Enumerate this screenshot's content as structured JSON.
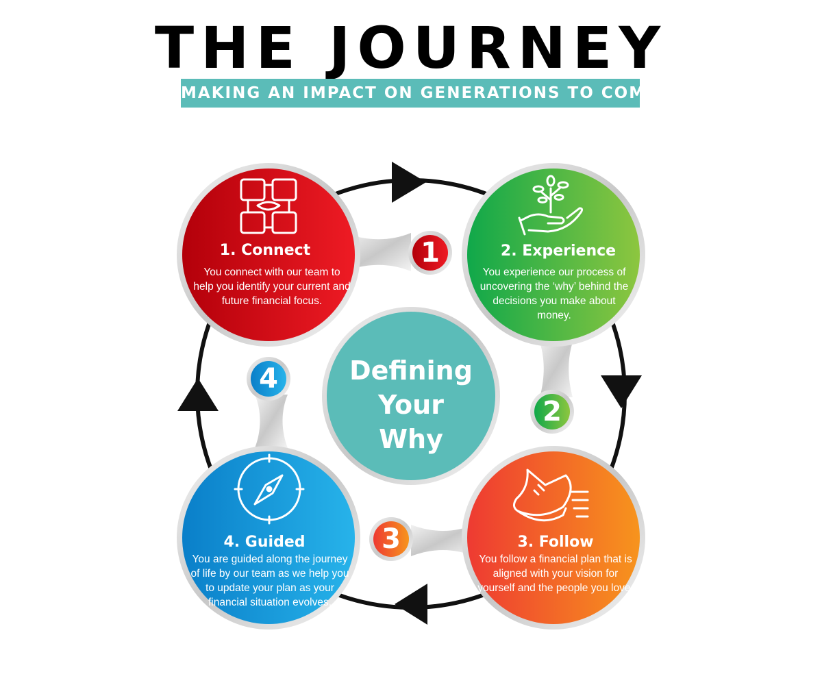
{
  "header": {
    "title": "THE JOURNEY",
    "subtitle": "MAKING AN IMPACT ON GENERATIONS TO COME"
  },
  "center": {
    "lines": [
      "Defining",
      "Your",
      "Why"
    ],
    "color": "#5bbcb8"
  },
  "stages": [
    {
      "number": "1",
      "title": "1. Connect",
      "description": "You connect with our team to help you identify your current and future financial focus.",
      "icon": "handshake-circle-icon",
      "colors": [
        "#b3000a",
        "#ee1b24"
      ]
    },
    {
      "number": "2",
      "title": "2. Experience",
      "description": "You experience our process of uncovering the ‘why’ behind the decisions you make about money.",
      "icon": "tree-in-hand-icon",
      "colors": [
        "#10a84a",
        "#8dc63f"
      ]
    },
    {
      "number": "3",
      "title": "3. Follow",
      "description": "You follow a financial plan that is aligned with your vision for yourself and the people you love.",
      "icon": "running-shoe-icon",
      "colors": [
        "#ee3a32",
        "#f7941d"
      ]
    },
    {
      "number": "4",
      "title": "4. Guided",
      "description": "You are guided along the journey of life by our team as we help you to update your plan as your financial situation evolves.",
      "icon": "compass-icon",
      "colors": [
        "#0a7fc9",
        "#27b3ea"
      ]
    }
  ]
}
